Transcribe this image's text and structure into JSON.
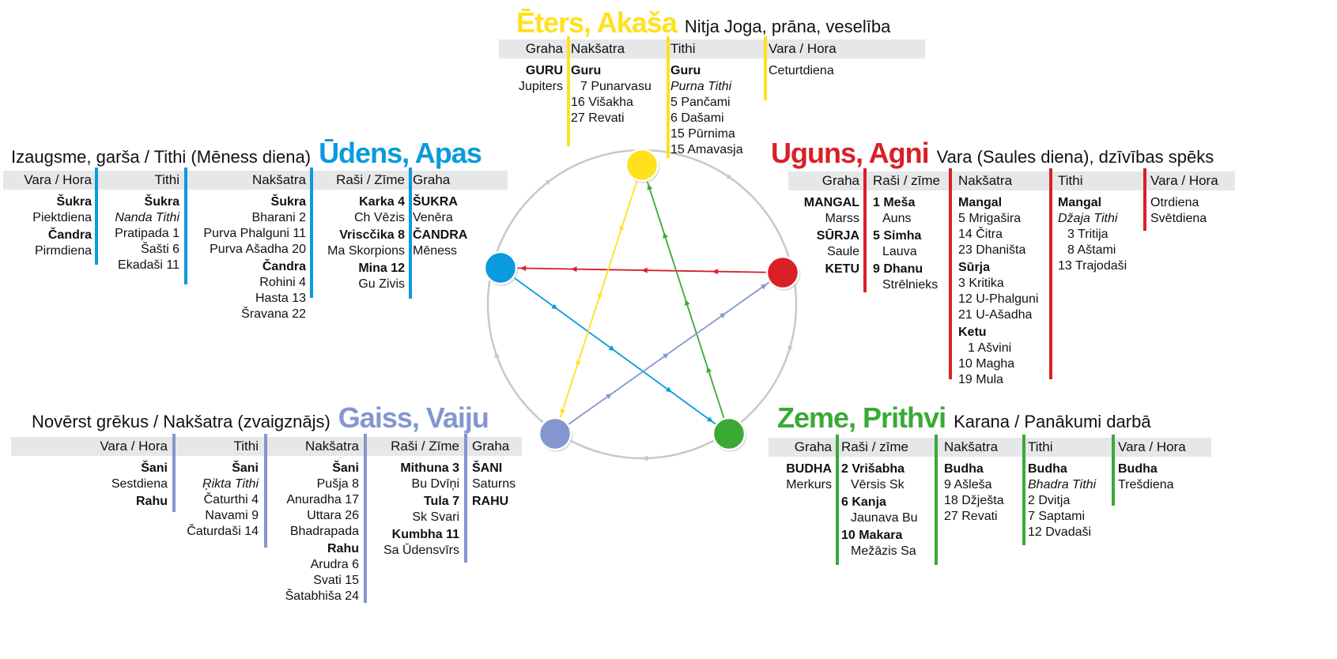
{
  "colors": {
    "ether": "#ffe11e",
    "water": "#0a9ade",
    "fire": "#d92027",
    "air": "#8496cf",
    "earth": "#3aaa35",
    "circle": "#c8c8c8"
  },
  "ether": {
    "title": "Ēters, Akaša",
    "subtitle": "Nitja Joga, prāna, veselība",
    "columns": [
      {
        "header": "Graha",
        "lines": [
          {
            "t": "GURU",
            "s": "b"
          },
          {
            "t": "Jupiters",
            "s": "n"
          }
        ]
      },
      {
        "header": "Nakšatra",
        "lines": [
          {
            "t": "Guru",
            "s": "b"
          },
          {
            "t": "7 Punarvasu",
            "s": "ind"
          },
          {
            "t": "16 Višakha",
            "s": "n"
          },
          {
            "t": "27 Revati",
            "s": "n"
          }
        ]
      },
      {
        "header": "Tithi",
        "lines": [
          {
            "t": "Guru",
            "s": "b"
          },
          {
            "t": "Purna Tithi",
            "s": "i"
          },
          {
            "t": "5 Pančami",
            "s": "n"
          },
          {
            "t": "6 Dašami",
            "s": "n"
          },
          {
            "t": "15 Pūrnima",
            "s": "n"
          },
          {
            "t": "15 Amavasja",
            "s": "n"
          }
        ]
      },
      {
        "header": "Vara / Hora",
        "lines": [
          {
            "t": "Ceturtdiena",
            "s": "n"
          }
        ]
      }
    ]
  },
  "water": {
    "title": "Ūdens, Apas",
    "subtitle": "Izaugsme, garša / Tithi (Mēness diena)",
    "columns": [
      {
        "header": "Vara / Hora",
        "lines": [
          {
            "t": "Šukra",
            "s": "b"
          },
          {
            "t": "Piektdiena",
            "s": "n"
          },
          {
            "t": "Čandra",
            "s": "b"
          },
          {
            "t": "Pirmdiena",
            "s": "n"
          }
        ]
      },
      {
        "header": "Tithi",
        "lines": [
          {
            "t": "Šukra",
            "s": "b"
          },
          {
            "t": "Nanda Tithi",
            "s": "i"
          },
          {
            "t": "Pratipada 1",
            "s": "n"
          },
          {
            "t": "Šašti 6",
            "s": "n"
          },
          {
            "t": "Ekadaši 11",
            "s": "n"
          }
        ]
      },
      {
        "header": "Nakšatra",
        "lines": [
          {
            "t": "Šukra",
            "s": "b"
          },
          {
            "t": "Bharani 2",
            "s": "n"
          },
          {
            "t": "Purva Phalguni 11",
            "s": "n"
          },
          {
            "t": "Purva Ašadha 20",
            "s": "n"
          },
          {
            "t": "Čandra",
            "s": "b"
          },
          {
            "t": "Rohini 4",
            "s": "n"
          },
          {
            "t": "Hasta 13",
            "s": "n"
          },
          {
            "t": "Šravana 22",
            "s": "n"
          }
        ]
      },
      {
        "header": "Raši / Zīme",
        "lines": [
          {
            "t": "Karka 4",
            "s": "b"
          },
          {
            "t": "Ch  Vēzis",
            "s": "n"
          },
          {
            "t": "Vriscčika 8",
            "s": "b"
          },
          {
            "t": "Ma Skorpions",
            "s": "n"
          },
          {
            "t": "Mina 12",
            "s": "b"
          },
          {
            "t": "Gu Zivis",
            "s": "n"
          }
        ]
      },
      {
        "header": "Graha",
        "lines": [
          {
            "t": "ŠUKRA",
            "s": "b"
          },
          {
            "t": "Venēra",
            "s": "n"
          },
          {
            "t": "ČANDRA",
            "s": "b"
          },
          {
            "t": "Mēness",
            "s": "n"
          }
        ]
      }
    ]
  },
  "fire": {
    "title": "Uguns, Agni",
    "subtitle": "Vara (Saules diena), dzīvības spēks",
    "columns": [
      {
        "header": "Graha",
        "lines": [
          {
            "t": "MANGAL",
            "s": "b"
          },
          {
            "t": "Marss",
            "s": "n"
          },
          {
            "t": "SŪRJA",
            "s": "b"
          },
          {
            "t": "Saule",
            "s": "n"
          },
          {
            "t": "KETU",
            "s": "b"
          }
        ]
      },
      {
        "header": "Raši / zīme",
        "lines": [
          {
            "t": "1 Meša",
            "s": "b"
          },
          {
            "t": "Auns",
            "s": "ind"
          },
          {
            "t": "5 Simha",
            "s": "b"
          },
          {
            "t": "Lauva",
            "s": "ind"
          },
          {
            "t": "9 Dhanu",
            "s": "b"
          },
          {
            "t": "Strēlnieks",
            "s": "ind"
          }
        ]
      },
      {
        "header": "Nakšatra",
        "lines": [
          {
            "t": "Mangal",
            "s": "b"
          },
          {
            "t": "5 Mrigašira",
            "s": "n"
          },
          {
            "t": "14 Čitra",
            "s": "n"
          },
          {
            "t": "23 Dhaništa",
            "s": "n"
          },
          {
            "t": "Sūrja",
            "s": "b"
          },
          {
            "t": "3 Kritika",
            "s": "n"
          },
          {
            "t": "12 U-Phalguni",
            "s": "n"
          },
          {
            "t": "21 U-Ašadha",
            "s": "n"
          },
          {
            "t": "Ketu",
            "s": "b"
          },
          {
            "t": "1 Ašvini",
            "s": "ind"
          },
          {
            "t": "10 Magha",
            "s": "n"
          },
          {
            "t": "19 Mula",
            "s": "n"
          }
        ]
      },
      {
        "header": "Tithi",
        "lines": [
          {
            "t": "Mangal",
            "s": "b"
          },
          {
            "t": "Džaja Tithi",
            "s": "i"
          },
          {
            "t": "3 Tritija",
            "s": "ind"
          },
          {
            "t": "8 Aštami",
            "s": "ind"
          },
          {
            "t": "13 Trajodaši",
            "s": "n"
          }
        ]
      },
      {
        "header": "Vara / Hora",
        "lines": [
          {
            "t": "Otrdiena",
            "s": "n"
          },
          {
            "t": "Svētdiena",
            "s": "n"
          }
        ]
      }
    ]
  },
  "air": {
    "title": "Gaiss, Vaiju",
    "subtitle": "Novērst grēkus / Nakšatra (zvaigznājs)",
    "columns": [
      {
        "header": "Vara / Hora",
        "lines": [
          {
            "t": "Šani",
            "s": "b"
          },
          {
            "t": "Sestdiena",
            "s": "n"
          },
          {
            "t": "Rahu",
            "s": "b"
          }
        ]
      },
      {
        "header": "Tithi",
        "lines": [
          {
            "t": "Šani",
            "s": "b"
          },
          {
            "t": "Ŗikta Tithi",
            "s": "i"
          },
          {
            "t": "Čaturthi 4",
            "s": "n"
          },
          {
            "t": "Navami 9",
            "s": "n"
          },
          {
            "t": "Čaturdaši 14",
            "s": "n"
          }
        ]
      },
      {
        "header": "Nakšatra",
        "lines": [
          {
            "t": "Šani",
            "s": "b"
          },
          {
            "t": "Pušja 8",
            "s": "n"
          },
          {
            "t": "Anuradha 17",
            "s": "n"
          },
          {
            "t": "Uttara 26",
            "s": "n"
          },
          {
            "t": "Bhadrapada",
            "s": "n"
          },
          {
            "t": "Rahu",
            "s": "b"
          },
          {
            "t": "Arudra 6",
            "s": "n"
          },
          {
            "t": "Svati 15",
            "s": "n"
          },
          {
            "t": "Šatabhiša 24",
            "s": "n"
          }
        ]
      },
      {
        "header": "Raši / Zīme",
        "lines": [
          {
            "t": "Mithuna 3",
            "s": "b"
          },
          {
            "t": "Bu  Dvīņi",
            "s": "n"
          },
          {
            "t": "Tula 7",
            "s": "b"
          },
          {
            "t": "Sk  Svari",
            "s": "n"
          },
          {
            "t": "Kumbha 11",
            "s": "b"
          },
          {
            "t": "Sa Ūdensvīrs",
            "s": "n"
          }
        ]
      },
      {
        "header": "Graha",
        "lines": [
          {
            "t": "ŠANI",
            "s": "b"
          },
          {
            "t": "Saturns",
            "s": "n"
          },
          {
            "t": "RAHU",
            "s": "b"
          }
        ]
      }
    ]
  },
  "earth": {
    "title": "Zeme, Prithvi",
    "subtitle": "Karana / Panākumi darbā",
    "columns": [
      {
        "header": "Graha",
        "lines": [
          {
            "t": "BUDHA",
            "s": "b"
          },
          {
            "t": "Merkurs",
            "s": "n"
          }
        ]
      },
      {
        "header": "Raši / zīme",
        "lines": [
          {
            "t": "2 Vrišabha",
            "s": "b"
          },
          {
            "t": "Vērsis  Sk",
            "s": "ind"
          },
          {
            "t": "6 Kanja",
            "s": "b"
          },
          {
            "t": "Jaunava Bu",
            "s": "ind"
          },
          {
            "t": "10 Makara",
            "s": "b"
          },
          {
            "t": "Mežāzis  Sa",
            "s": "ind"
          }
        ]
      },
      {
        "header": "Nakšatra",
        "lines": [
          {
            "t": "Budha",
            "s": "b"
          },
          {
            "t": "9 Ašleša",
            "s": "n"
          },
          {
            "t": "18 Džješta",
            "s": "n"
          },
          {
            "t": "27 Revati",
            "s": "n"
          }
        ]
      },
      {
        "header": "Tithi",
        "lines": [
          {
            "t": "Budha",
            "s": "b"
          },
          {
            "t": "Bhadra Tithi",
            "s": "i"
          },
          {
            "t": "2 Dvitja",
            "s": "n"
          },
          {
            "t": "7 Saptami",
            "s": "n"
          },
          {
            "t": "12 Dvadaši",
            "s": "n"
          }
        ]
      },
      {
        "header": "Vara / Hora",
        "lines": [
          {
            "t": "Budha",
            "s": "b"
          },
          {
            "t": "Trešdiena",
            "s": "n"
          }
        ]
      }
    ]
  }
}
